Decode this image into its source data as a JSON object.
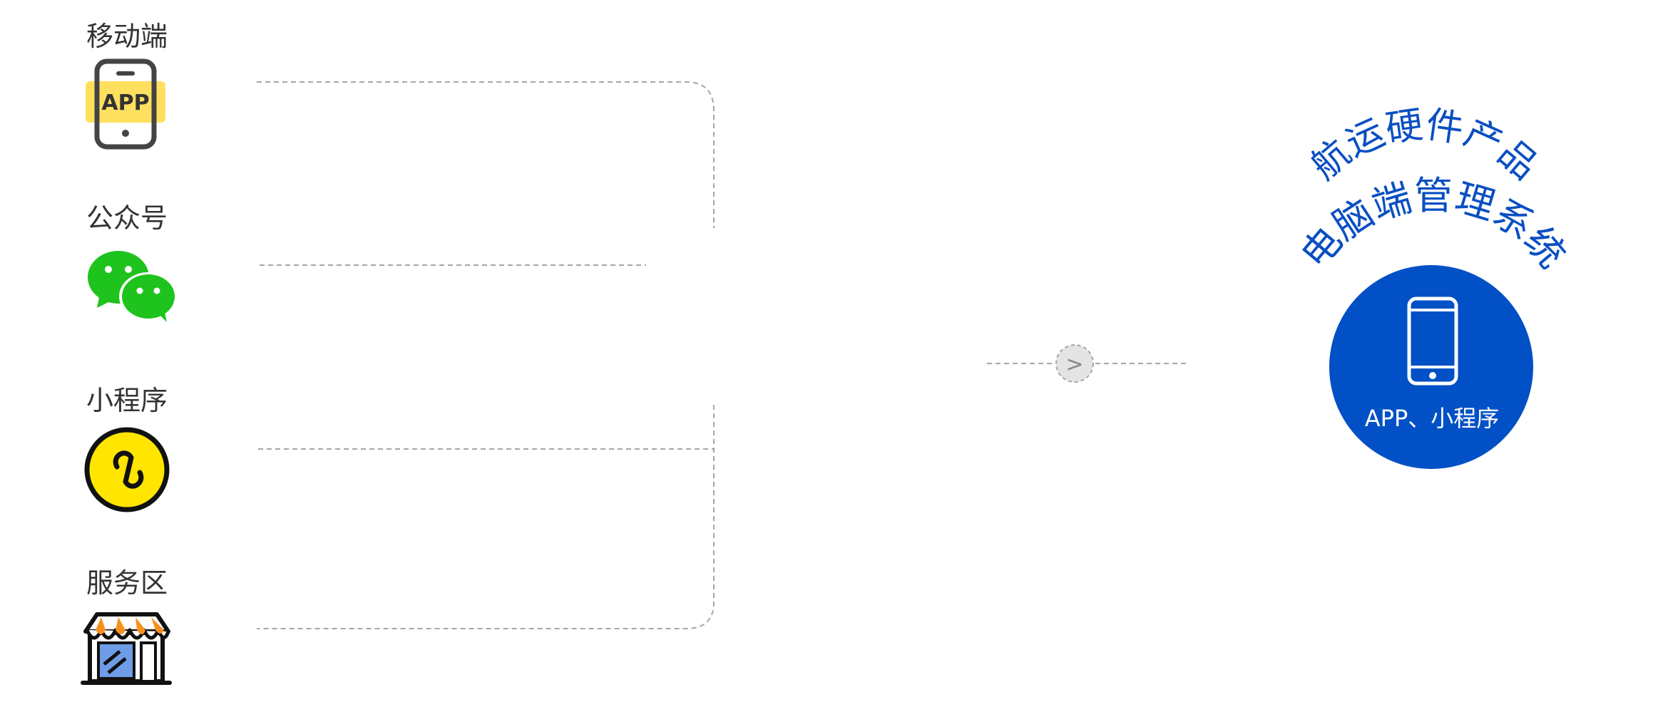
{
  "sources": [
    {
      "label": "移动端",
      "icon": "app-phone-icon",
      "badge": "APP"
    },
    {
      "label": "公众号",
      "icon": "wechat-icon"
    },
    {
      "label": "小程序",
      "icon": "mini-program-icon"
    },
    {
      "label": "服务区",
      "icon": "storefront-icon"
    }
  ],
  "connector": {
    "arrow": ">",
    "icon": "chevron-right-icon"
  },
  "target": {
    "title_line1": "航运硬件产品",
    "title_line2": "电脑端管理系统",
    "caption": "APP、小程序",
    "icon": "smartphone-icon"
  },
  "colors": {
    "target_blue": "#0250c5",
    "title_blue": "#0a4fc2",
    "app_yellow": "#ffe05e",
    "wechat_green": "#1ec31e",
    "mini_yellow": "#ffe500",
    "awning_orange": "#f5921e",
    "window_blue": "#6f9ce6",
    "line_gray": "#a6a6a6"
  }
}
